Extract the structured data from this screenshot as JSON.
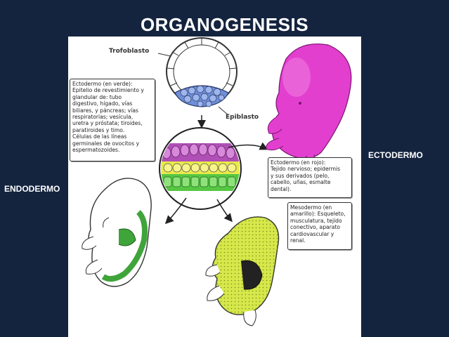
{
  "title": "ORGANOGENESIS",
  "labels": {
    "ectodermo": "ECTODERMO",
    "endodermo": "ENDODERMO",
    "trofoblasto": "Trofoblasto",
    "epiblasto": "Epiblasto"
  },
  "boxes": {
    "endo_text": "Ectodermo (en verde):\nEpitelio de revestimiento y\nglandular de: tubo\ndigestivo, hígado, vías\nbiliares, y páncreas; vías\nrespiratorias; vesícula,\nuretra y próstata; tiroides,\nparatiroides y timo.\nCélulas de las líneas\ngerminales de ovocitos y\nespermatozoides.",
    "ecto_text": "Ectodermo (en rojo):\nTejido nervioso; epidermis\ny sus derivados (pelo,\ncabello, uñas, esmalte\ndental).",
    "meso_text": "Mesodermo (en\namarillo): Esqueleto,\nmusculatura, tejido\nconectivo, aparato\ncardiovascular y\nrenal."
  },
  "colors": {
    "background": "#14243f",
    "ectoderm": "#e23fcf",
    "endoderm": "#3fa43a",
    "mesoderm": "#d6e84a",
    "epiblast_cells": "#6f8fd8"
  }
}
